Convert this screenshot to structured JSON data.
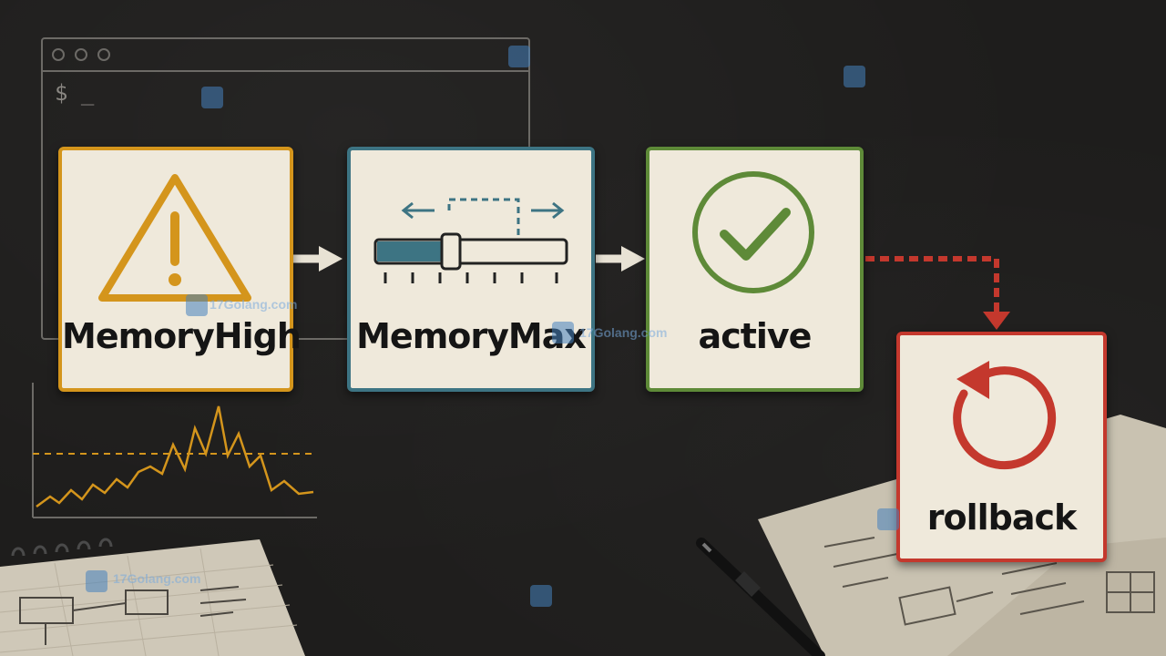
{
  "terminal": {
    "prompt": "$ _"
  },
  "steps": [
    {
      "label": "MemoryHigh",
      "icon": "warning-icon",
      "color": "#d4951c"
    },
    {
      "label": "MemoryMax",
      "icon": "slider-icon",
      "color": "#3d7483"
    },
    {
      "label": "active",
      "icon": "check-circle-icon",
      "color": "#5e8a38"
    },
    {
      "label": "rollback",
      "icon": "rollback-icon",
      "color": "#c4382d"
    }
  ],
  "watermark": {
    "text": "17Golang.com"
  }
}
